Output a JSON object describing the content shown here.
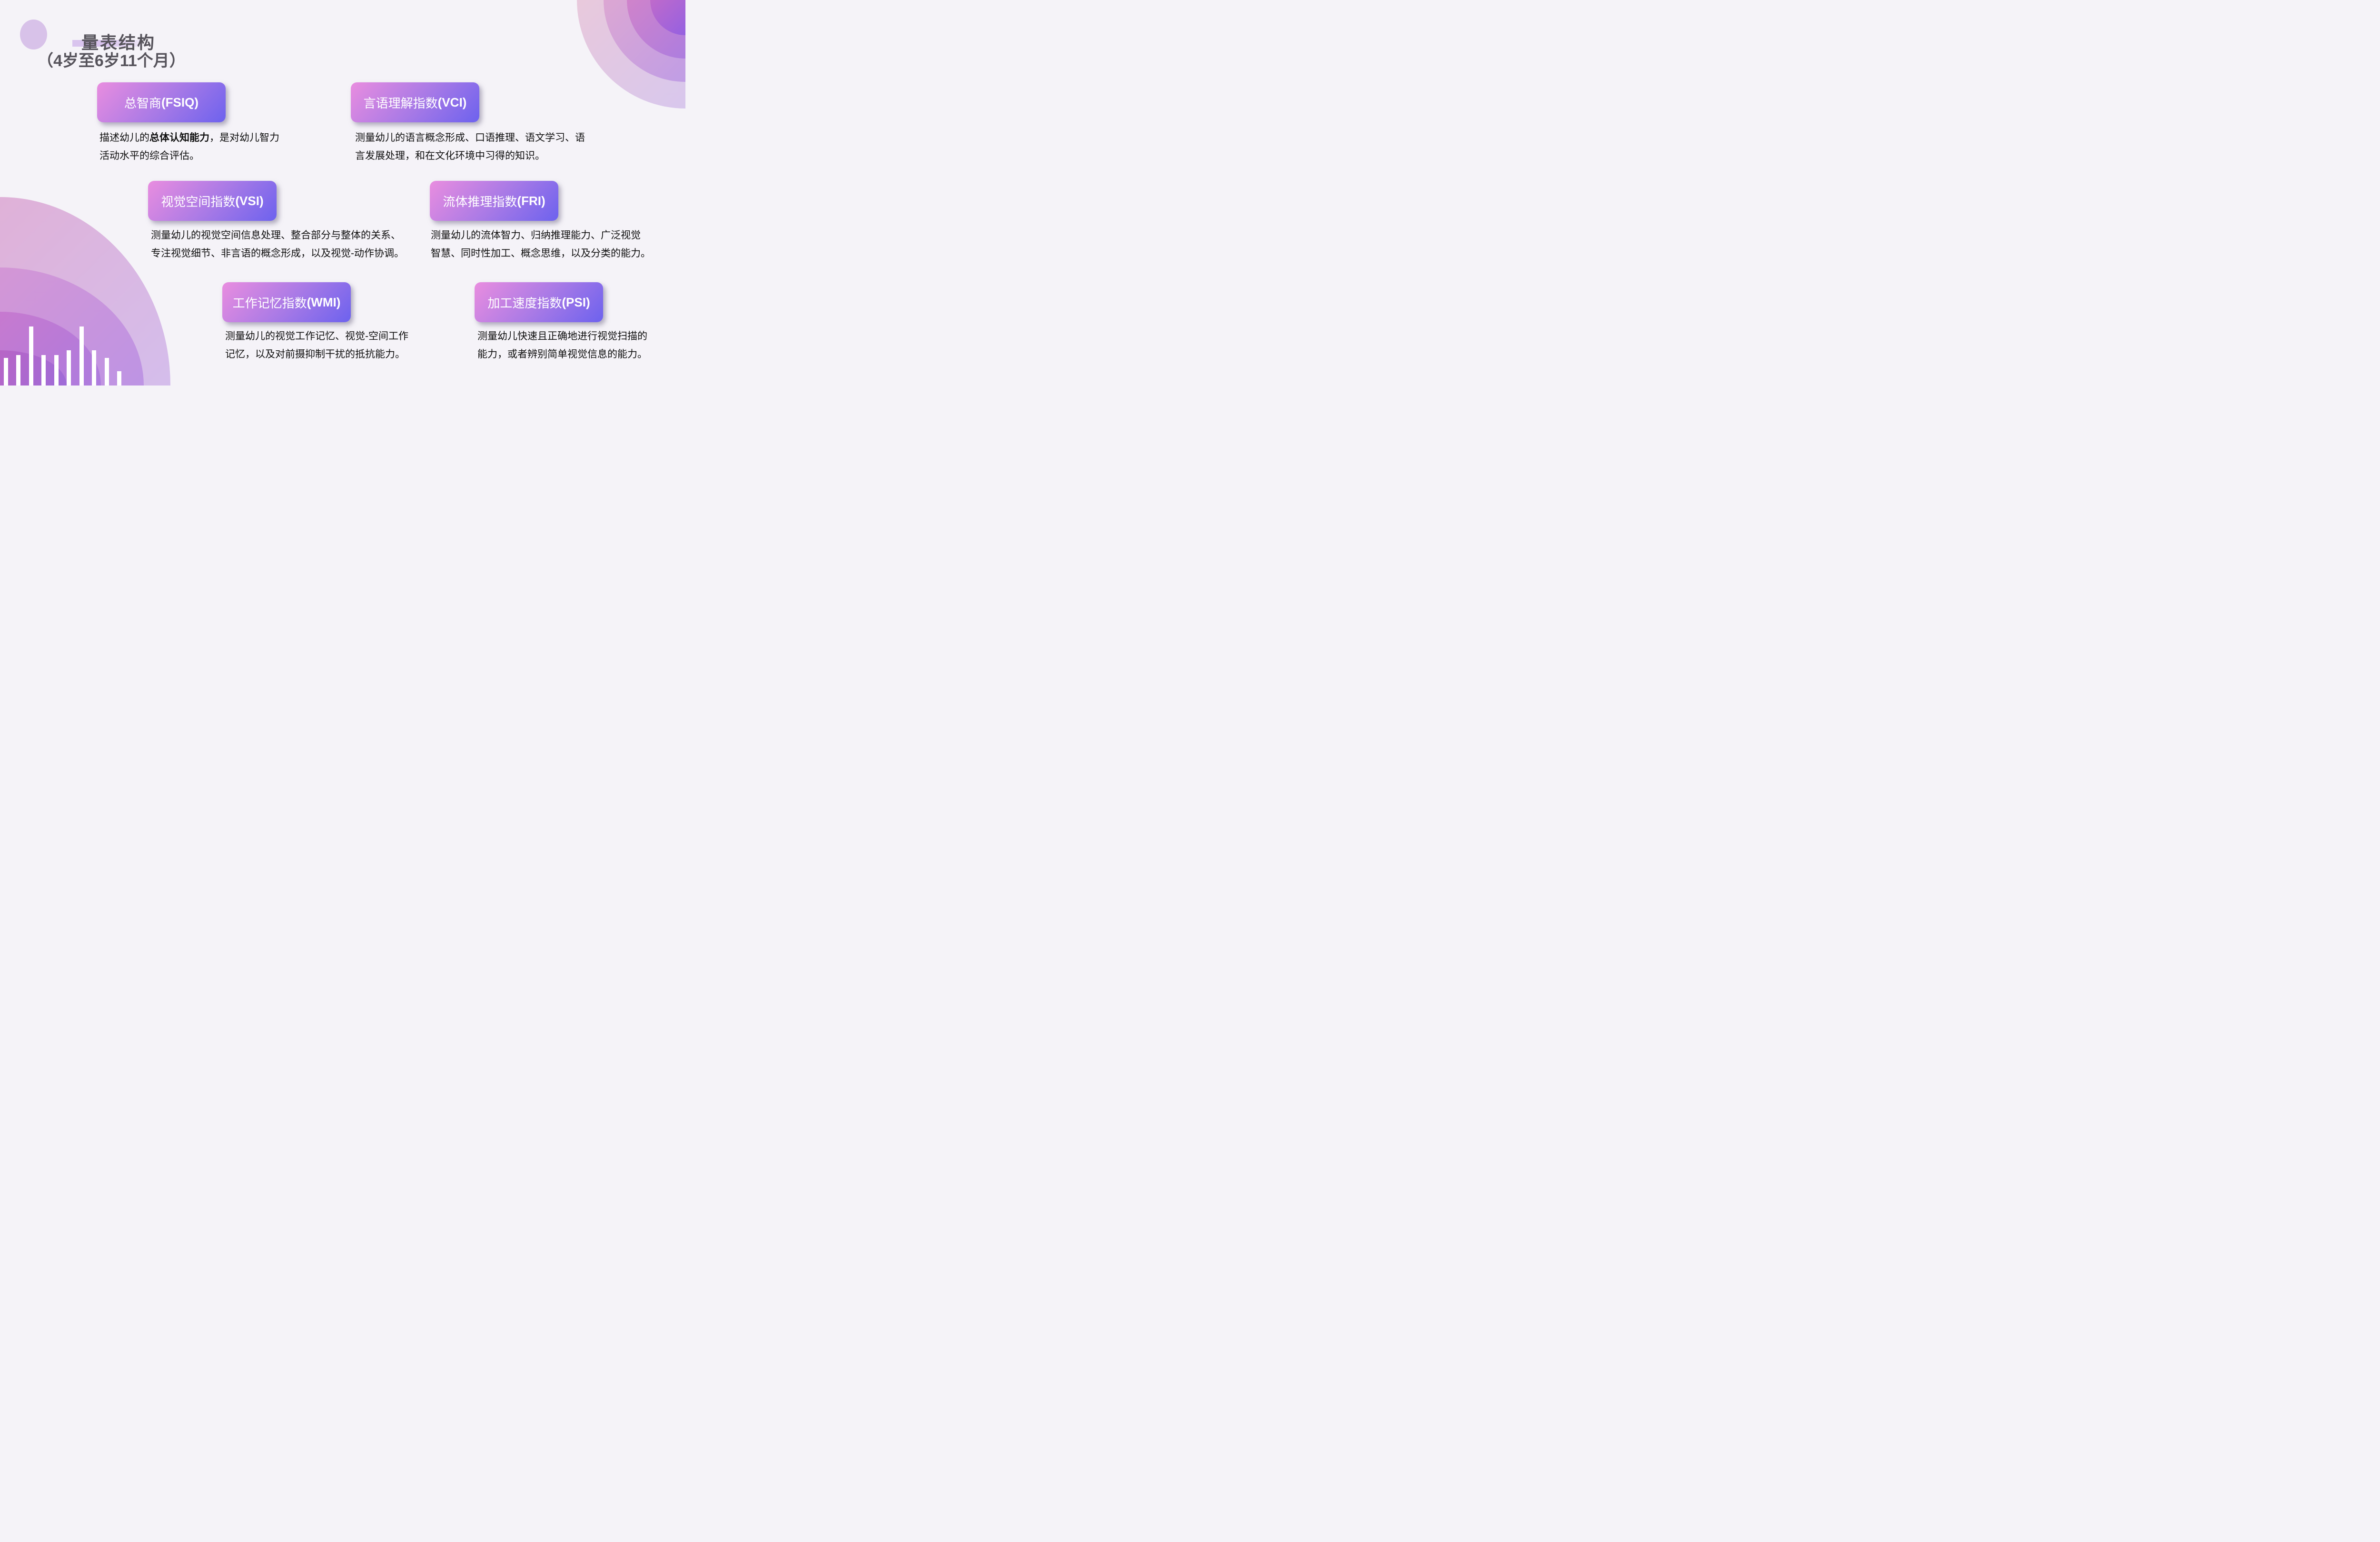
{
  "slide": {
    "title_line1": "量表结构",
    "title_line2": "（4岁至6岁11个月）"
  },
  "cards": [
    {
      "label_zh": "总智商",
      "label_en": "(FSIQ)",
      "desc": {
        "line1_pre": "描述幼儿的",
        "line1_bold": "总体认知能力",
        "line1_post": "，是对幼儿智力",
        "line2": "活动水平的综合评估。"
      }
    },
    {
      "label_zh": "言语理解指数",
      "label_en": "(VCI)",
      "desc": {
        "line1": "测量幼儿的语言概念形成、口语推理、语文学习、语",
        "line2": "言发展处理，和在文化环境中习得的知识。"
      }
    },
    {
      "label_zh": "视觉空间指数",
      "label_en": "(VSI)",
      "desc": {
        "line1": "测量幼儿的视觉空间信息处理、整合部分与整体的关系、",
        "line2": "专注视觉细节、非言语的概念形成，以及视觉-动作协调。"
      }
    },
    {
      "label_zh": "流体推理指数",
      "label_en": "(FRI)",
      "desc": {
        "line1": "测量幼儿的流体智力、归纳推理能力、广泛视觉",
        "line2": "智慧、同时性加工、概念思维，以及分类的能力。"
      }
    },
    {
      "label_zh": "工作记忆指数",
      "label_en": "(WMI)",
      "desc": {
        "line1": "测量幼儿的视觉工作记忆、视觉-空间工作",
        "line2": "记忆，以及对前摄抑制干扰的抵抗能力。"
      }
    },
    {
      "label_zh": "加工速度指数",
      "label_en": "(PSI)",
      "desc": {
        "line1": "测量幼儿快速且正确地进行视觉扫描的",
        "line2": "能力，或者辨别简单视觉信息的能力。"
      }
    }
  ],
  "colors": {
    "background": "#f5f3f8",
    "card_gradient_start": "#e98ddf",
    "card_gradient_end": "#6d62ee",
    "card_text": "#ffffff",
    "title_text": "#56535b",
    "body_text": "#0e0e0e",
    "title_highlight": "#d9c4ee",
    "decoration_circle": "#d8c2e9",
    "bar_color": "#ffffff"
  }
}
